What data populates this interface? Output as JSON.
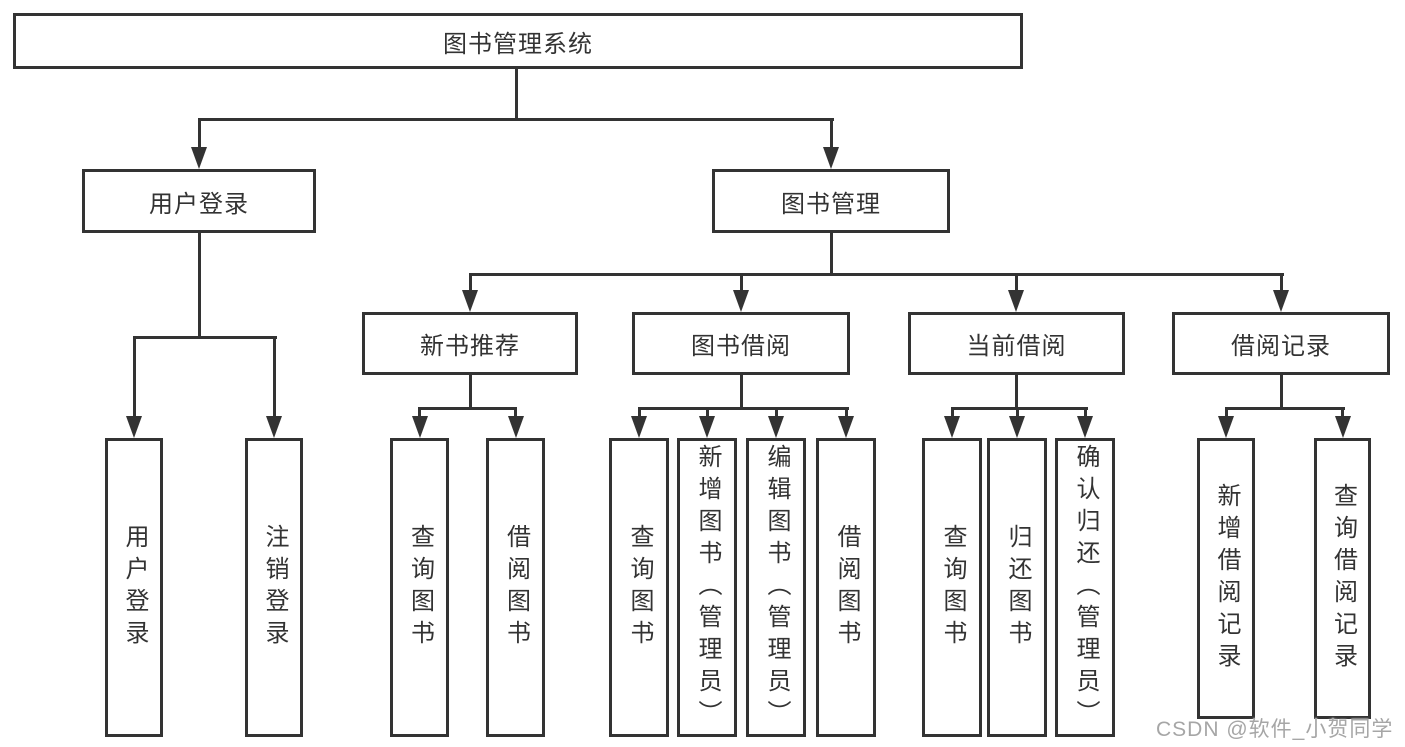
{
  "diagram": {
    "type": "hierarchy-tree",
    "root": "图书管理系统",
    "level2": [
      "用户登录",
      "图书管理"
    ],
    "level3": [
      "新书推荐",
      "图书借阅",
      "当前借阅",
      "借阅记录"
    ],
    "leaves": {
      "userLogin": [
        "用户登录",
        "注销登录"
      ],
      "newBookRec": [
        "查询图书",
        "借阅图书"
      ],
      "bookBorrow": [
        "查询图书",
        "新增图书（管理员）",
        "编辑图书（管理员）",
        "借阅图书"
      ],
      "currentBorrow": [
        "查询图书",
        "归还图书",
        "确认归还（管理员）"
      ],
      "borrowRecords": [
        "新增借阅记录",
        "查询借阅记录"
      ]
    },
    "edges": [
      "图书管理系统 → 用户登录",
      "图书管理系统 → 图书管理",
      "用户登录 → 用户登录",
      "用户登录 → 注销登录",
      "图书管理 → 新书推荐",
      "图书管理 → 图书借阅",
      "图书管理 → 当前借阅",
      "图书管理 → 借阅记录",
      "新书推荐 → 查询图书",
      "新书推荐 → 借阅图书",
      "图书借阅 → 查询图书",
      "图书借阅 → 新增图书（管理员）",
      "图书借阅 → 编辑图书（管理员）",
      "图书借阅 → 借阅图书",
      "当前借阅 → 查询图书",
      "当前借阅 → 归还图书",
      "当前借阅 → 确认归还（管理员）",
      "借阅记录 → 新增借阅记录",
      "借阅记录 → 查询借阅记录"
    ]
  },
  "watermark": "CSDN @软件_小贺同学",
  "colors": {
    "line": "#333333",
    "text": "#333333",
    "box_fill": "#ffffff",
    "watermark": "#a6a6a6",
    "background": "#ffffff"
  }
}
